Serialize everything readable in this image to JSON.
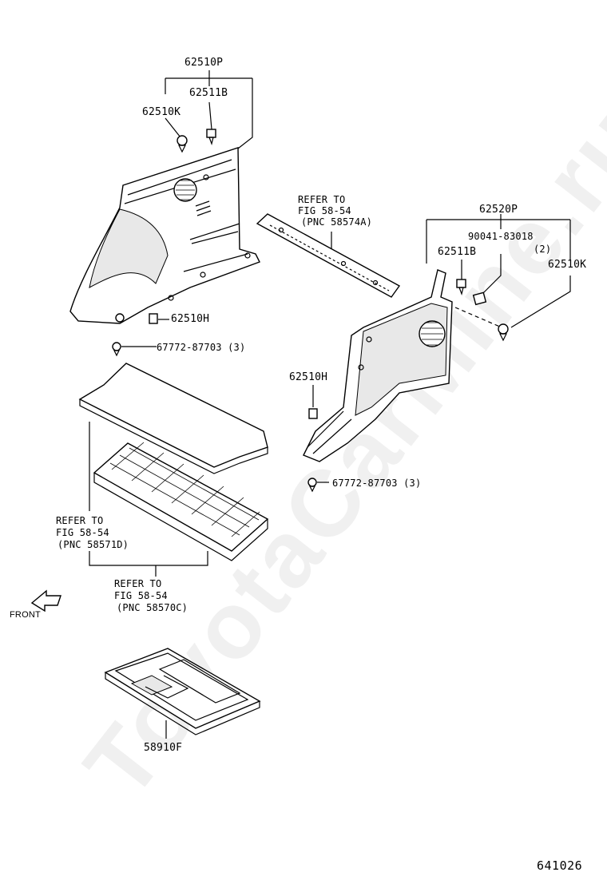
{
  "watermark": "ToyotaCarMine.ru",
  "figure_id": "641026",
  "front_label": "FRONT",
  "labels": {
    "p62510P": "62510P",
    "p62511B_left": "62511B",
    "p62510K_left": "62510K",
    "p62510H_left": "62510H",
    "p67772_left": "67772-87703 (3)",
    "refer_top_1": "REFER TO",
    "refer_top_2": "FIG 58-54",
    "refer_top_3": "(PNC 58574A)",
    "p62520P": "62520P",
    "p90041": "90041-83018",
    "p90041_qty": "(2)",
    "p62511B_right": "62511B",
    "p62510K_right": "62510K",
    "p62510H_right": "62510H",
    "p67772_right": "67772-87703 (3)",
    "refer_mid_1": "REFER TO",
    "refer_mid_2": "FIG 58-54",
    "refer_mid_3": "(PNC 58571D)",
    "refer_low_1": "REFER TO",
    "refer_low_2": "FIG 58-54",
    "refer_low_3": "(PNC 58570C)",
    "p58910F": "58910F"
  }
}
